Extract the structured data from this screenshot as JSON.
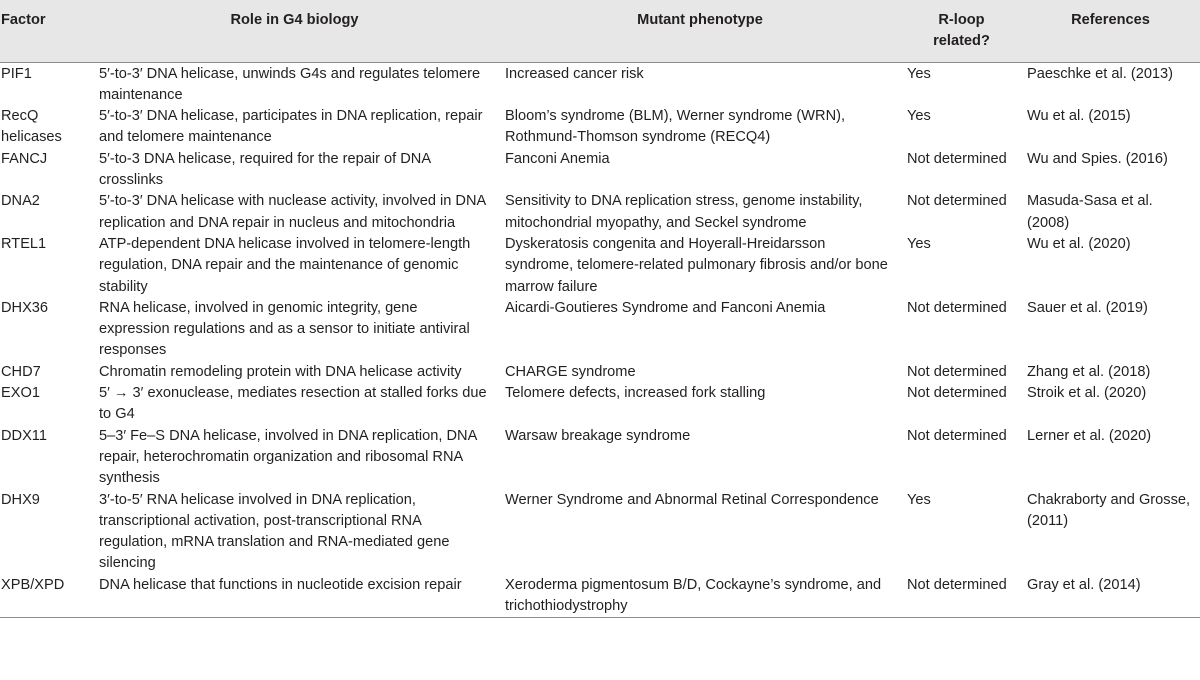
{
  "headers": {
    "factor": "Factor",
    "role": "Role in G4 biology",
    "phenotype": "Mutant phenotype",
    "rloop": "R-loop related?",
    "references": "References"
  },
  "rows": [
    {
      "factor": "PIF1",
      "role": "5′-to-3′ DNA helicase, unwinds G4s and regulates telomere maintenance",
      "phenotype": "Increased cancer risk",
      "rloop": "Yes",
      "references": "Paeschke et al. (2013)"
    },
    {
      "factor": "RecQ helicases",
      "role": "5′-to-3′ DNA helicase, participates in DNA replication, repair and telomere maintenance",
      "phenotype": "Bloom’s syndrome (BLM), Werner syndrome (WRN), Rothmund-Thomson syndrome (RECQ4)",
      "rloop": "Yes",
      "references": "Wu et al. (2015)"
    },
    {
      "factor": "FANCJ",
      "role": "5′-to-3 DNA helicase, required for the repair of DNA crosslinks",
      "phenotype": "Fanconi Anemia",
      "rloop": "Not determined",
      "references": "Wu and Spies. (2016)"
    },
    {
      "factor": "DNA2",
      "role": "5′-to-3′ DNA helicase with nuclease activity, involved in DNA replication and DNA repair in nucleus and mitochondria",
      "phenotype": "Sensitivity to DNA replication stress, genome instability, mitochondrial myopathy, and Seckel syndrome",
      "rloop": "Not determined",
      "references": "Masuda-Sasa et al. (2008)"
    },
    {
      "factor": "RTEL1",
      "role": "ATP-dependent DNA helicase involved in telomere-length regulation, DNA repair and the maintenance of genomic stability",
      "phenotype": "Dyskeratosis congenita and Hoyerall-Hreidarsson syndrome, telomere-related pulmonary fibrosis and/or bone marrow failure",
      "rloop": "Yes",
      "references": "Wu et al. (2020)"
    },
    {
      "factor": "DHX36",
      "role": "RNA helicase, involved in genomic integrity, gene expression regulations and as a sensor to initiate antiviral responses",
      "phenotype": "Aicardi-Goutieres Syndrome and Fanconi Anemia",
      "rloop": "Not determined",
      "references": "Sauer et al. (2019)"
    },
    {
      "factor": "CHD7",
      "role": "Chromatin remodeling protein with DNA helicase activity",
      "phenotype": "CHARGE syndrome",
      "rloop": "Not determined",
      "references": "Zhang et al. (2018)"
    },
    {
      "factor": "EXO1",
      "role": "5′ → 3′ exonuclease, mediates resection at stalled forks due to G4",
      "phenotype": "Telomere defects, increased fork stalling",
      "rloop": "Not determined",
      "references": "Stroik et al. (2020)"
    },
    {
      "factor": "DDX11",
      "role": "5–3′ Fe–S DNA helicase, involved in DNA replication, DNA repair, heterochromatin organization and ribosomal RNA synthesis",
      "phenotype": "Warsaw breakage syndrome",
      "rloop": "Not determined",
      "references": "Lerner et al. (2020)"
    },
    {
      "factor": "DHX9",
      "role": "3′-to-5′ RNA helicase involved in DNA replication, transcriptional activation, post-transcriptional RNA regulation, mRNA translation and RNA-mediated gene silencing",
      "phenotype": "Werner Syndrome and Abnormal Retinal Correspondence",
      "rloop": "Yes",
      "references": "Chakraborty and Grosse, (2011)"
    },
    {
      "factor": "XPB/XPD",
      "role": "DNA helicase that functions in nucleotide excision repair",
      "phenotype": "Xeroderma pigmentosum B/D, Cockayne’s syndrome, and trichothiodystrophy",
      "rloop": "Not determined",
      "references": "Gray et al. (2014)"
    }
  ]
}
